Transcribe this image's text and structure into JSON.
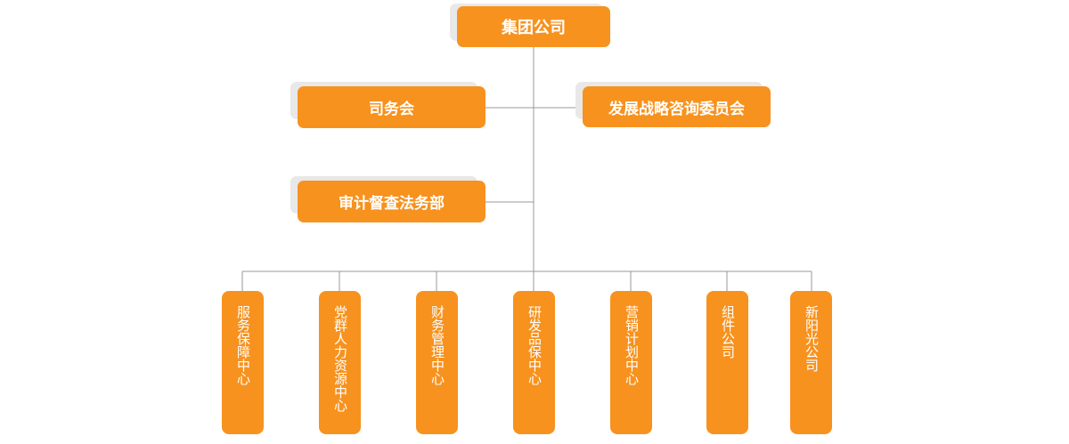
{
  "root": {
    "label": "集团公司"
  },
  "side": {
    "left_1": "司务会",
    "right_1": "发展战略咨询委员会",
    "left_2": "审计督查法务部"
  },
  "departments": [
    "服务保障中心",
    "党群人力资源中心",
    "财务管理中心",
    "研发品保中心",
    "营销计划中心",
    "组件公司",
    "新阳光公司"
  ],
  "colors": {
    "box": "#f7921e",
    "shadow": "#e8e8e8",
    "line": "#999999",
    "text": "#ffffff"
  }
}
